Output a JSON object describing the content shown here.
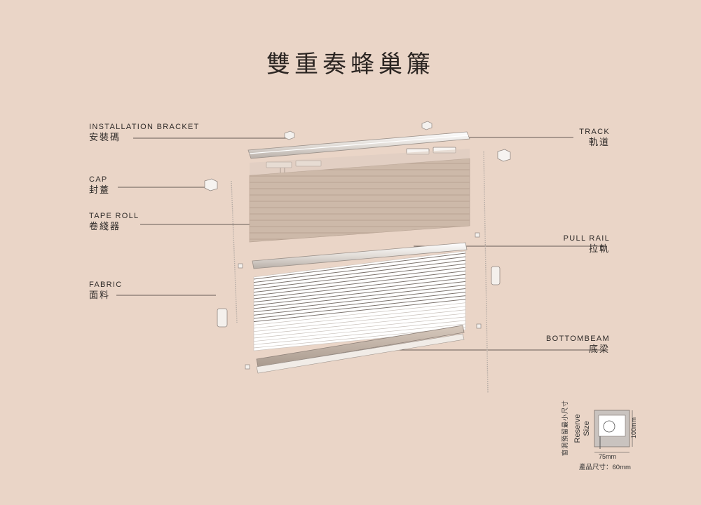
{
  "title": "雙重奏蜂巢簾",
  "labels": {
    "installation_bracket": {
      "en": "INSTALLATION BRACKET",
      "zh": "安裝碼"
    },
    "cap": {
      "en": "CAP",
      "zh": "封蓋"
    },
    "tape_roll": {
      "en": "TAPE ROLL",
      "zh": "卷綫器"
    },
    "fabric": {
      "en": "FABRIC",
      "zh": "面料"
    },
    "track": {
      "en": "TRACK",
      "zh": "軌道"
    },
    "pull_rail": {
      "en": "PULL RAIL",
      "zh": "拉軌"
    },
    "bottombeam": {
      "en": "BOTTOMBEAM",
      "zh": "底梁"
    }
  },
  "reserve": {
    "zh": "窗洞預留最小尺寸",
    "en_line1": "Reserve",
    "en_line2": "Size",
    "width": "75mm",
    "height": "100mm",
    "product_size": "產品尺寸：60mm"
  },
  "colors": {
    "background": "#ead5c7",
    "fabric_top": "#ccb8a8",
    "fabric_bottom": "#ffffff",
    "leader_line": "#3a3330"
  }
}
